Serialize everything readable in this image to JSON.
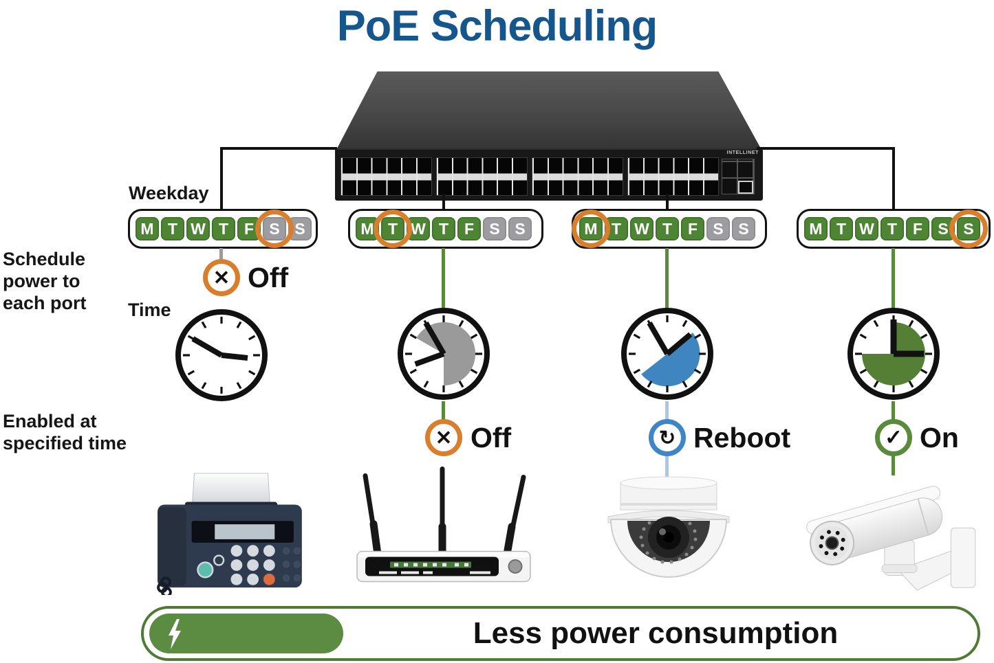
{
  "title": {
    "text": "PoE Scheduling"
  },
  "colors": {
    "title_blue": "#15568d",
    "day_on_green": "#4e8535",
    "day_off_gray": "#9d9da1",
    "highlight_orange": "#d87e2c",
    "reboot_blue": "#3e86c5",
    "light_blue_line": "#a9c8e5",
    "green_line": "#5a8a3c",
    "banner_green": "#5c8b42",
    "clock_gray_sector": "#9a9a9a",
    "clock_blue_sector": "#3f85c0",
    "clock_green_sector": "#557f35"
  },
  "switch": {
    "brand": "INTELLINET"
  },
  "labels": {
    "weekday": "Weekday",
    "schedule_power": "Schedule power to each port",
    "time": "Time",
    "enabled": "Enabled at specified time"
  },
  "columns": [
    {
      "device": "fax-machine",
      "days": [
        {
          "letter": "M",
          "state": "on"
        },
        {
          "letter": "T",
          "state": "on"
        },
        {
          "letter": "W",
          "state": "on"
        },
        {
          "letter": "T",
          "state": "on"
        },
        {
          "letter": "F",
          "state": "on"
        },
        {
          "letter": "S",
          "state": "off"
        },
        {
          "letter": "S",
          "state": "off"
        }
      ],
      "circled_day_index": 5,
      "status": {
        "label": "Off",
        "type": "off"
      },
      "clock_sector": "none"
    },
    {
      "device": "wireless-router",
      "days": [
        {
          "letter": "M",
          "state": "on"
        },
        {
          "letter": "T",
          "state": "on"
        },
        {
          "letter": "W",
          "state": "on"
        },
        {
          "letter": "T",
          "state": "on"
        },
        {
          "letter": "F",
          "state": "on"
        },
        {
          "letter": "S",
          "state": "off"
        },
        {
          "letter": "S",
          "state": "off"
        }
      ],
      "circled_day_index": 1,
      "status": {
        "label": "Off",
        "type": "off"
      },
      "clock_sector": "gray"
    },
    {
      "device": "dome-camera",
      "days": [
        {
          "letter": "M",
          "state": "on"
        },
        {
          "letter": "T",
          "state": "on"
        },
        {
          "letter": "W",
          "state": "on"
        },
        {
          "letter": "T",
          "state": "on"
        },
        {
          "letter": "F",
          "state": "on"
        },
        {
          "letter": "S",
          "state": "off"
        },
        {
          "letter": "S",
          "state": "off"
        }
      ],
      "circled_day_index": 0,
      "status": {
        "label": "Reboot",
        "type": "reboot"
      },
      "clock_sector": "blue"
    },
    {
      "device": "bullet-camera",
      "days": [
        {
          "letter": "M",
          "state": "on"
        },
        {
          "letter": "T",
          "state": "on"
        },
        {
          "letter": "W",
          "state": "on"
        },
        {
          "letter": "T",
          "state": "on"
        },
        {
          "letter": "F",
          "state": "on"
        },
        {
          "letter": "S",
          "state": "on"
        },
        {
          "letter": "S",
          "state": "on"
        }
      ],
      "circled_day_index": 6,
      "status": {
        "label": "On",
        "type": "on"
      },
      "clock_sector": "green"
    }
  ],
  "banner": {
    "text": "Less power consumption",
    "icon": "lightning-bolt"
  }
}
